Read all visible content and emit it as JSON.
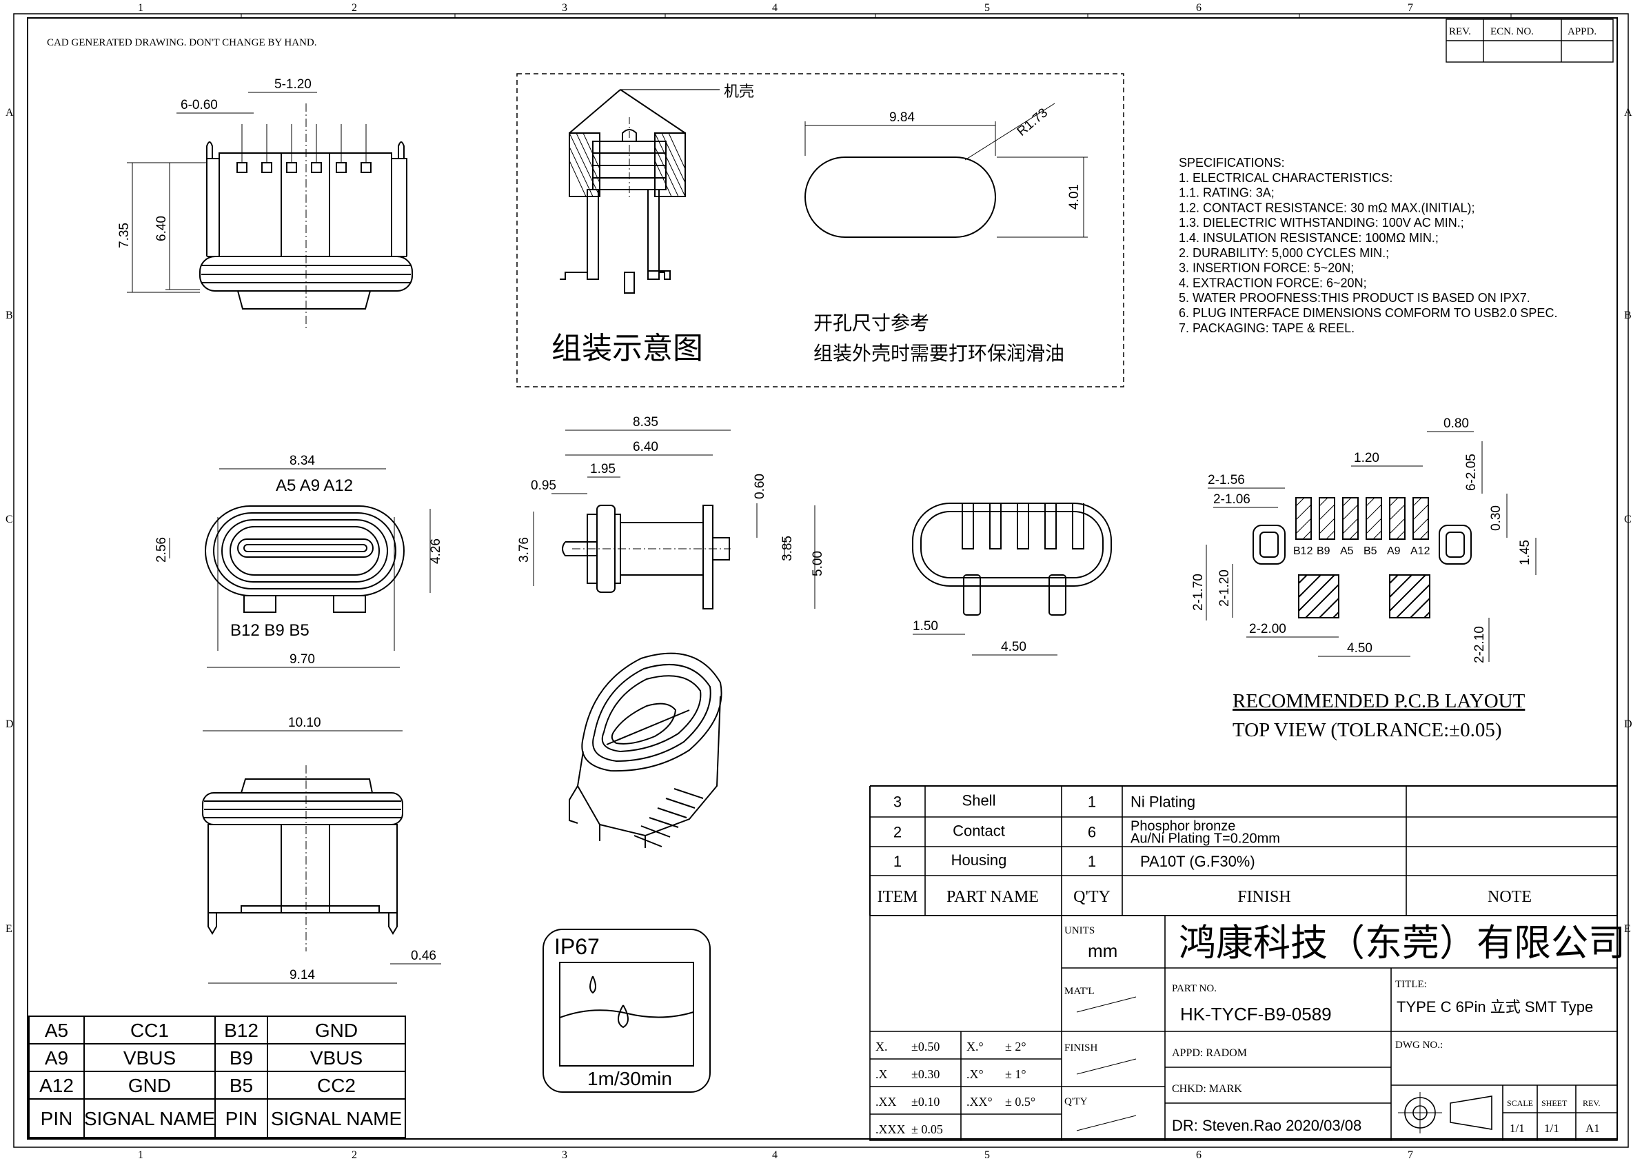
{
  "sheet": {
    "note": "CAD GENERATED DRAWING. DON'T CHANGE BY HAND.",
    "columns": [
      "1",
      "2",
      "3",
      "4",
      "5",
      "6",
      "7"
    ],
    "rows": [
      "A",
      "B",
      "C",
      "D",
      "E"
    ]
  },
  "revision": {
    "rev": "REV.",
    "ecn": "ECN. NO.",
    "appd": "APPD."
  },
  "assembly": {
    "housing_label": "机壳",
    "cutout_width": "9.84",
    "cutout_height": "4.01",
    "cutout_radius": "R1.73",
    "caption": "组装示意图",
    "note_line1": "开孔尺寸参考",
    "note_line2": "组装外壳时需要打环保润滑油"
  },
  "specs": [
    "SPECIFICATIONS:",
    "1. ELECTRICAL CHARACTERISTICS:",
    "  1.1. RATING: 3A;",
    "  1.2. CONTACT RESISTANCE: 30 mΩ MAX.(INITIAL);",
    "  1.3. DIELECTRIC WITHSTANDING: 100V AC MIN.;",
    "  1.4. INSULATION RESISTANCE: 100MΩ MIN.;",
    "2. DURABILITY: 5,000 CYCLES MIN.;",
    "3. INSERTION FORCE: 5~20N;",
    "4. EXTRACTION FORCE: 6~20N;",
    "5. WATER PROOFNESS:THIS PRODUCT IS BASED ON IPX7.",
    "6. PLUG INTERFACE DIMENSIONS COMFORM TO USB2.0 SPEC.",
    "7. PACKAGING: TAPE & REEL."
  ],
  "views": {
    "top": {
      "pitch_a": "6-0.60",
      "pitch_b": "5-1.20",
      "height_a": "7.35",
      "height_b": "6.40"
    },
    "front": {
      "width_top": "8.34",
      "width_bottom": "9.70",
      "height_left": "2.56",
      "height_right": "4.26",
      "pins_top": "A5  A9  A12",
      "pins_bottom": "B12 B9 B5"
    },
    "side": {
      "length_total": "8.35",
      "length_body": "6.40",
      "offset_a": "1.95",
      "offset_b": "0.95",
      "height_left": "3.76",
      "tail": "0.60",
      "height_mid": "3.85",
      "height_total": "5.00"
    },
    "rear": {
      "edge": "1.50",
      "pitch": "4.50"
    },
    "bottom": {
      "width": "10.10",
      "pitch": "9.14",
      "pin": "0.46"
    }
  },
  "pcb": {
    "pitch_a": "0.80",
    "pitch_b": "1.20",
    "slot_a": "2-1.56",
    "slot_b": "2-1.06",
    "pad_h": "6-2.05",
    "pad_gap": "0.30",
    "pad_h2": "1.45",
    "hole_a": "2-1.70",
    "hole_b": "2-1.20",
    "shell_w": "2-2.00",
    "shell_pitch": "4.50",
    "shell_h": "2-2.10",
    "pins": [
      "B12",
      "B9",
      "A5",
      "B5",
      "A9",
      "A12"
    ],
    "title": "RECOMMENDED P.C.B LAYOUT",
    "subtitle": "TOP VIEW (TOLRANCE:±0.05)"
  },
  "ip67": {
    "rating": "IP67",
    "depth": "1m/30min"
  },
  "pin_table": {
    "rows": [
      [
        "A5",
        "CC1",
        "B12",
        "GND"
      ],
      [
        "A9",
        "VBUS",
        "B9",
        "VBUS"
      ],
      [
        "A12",
        "GND",
        "B5",
        "CC2"
      ]
    ],
    "header": [
      "PIN",
      "SIGNAL NAME",
      "PIN",
      "SIGNAL NAME"
    ]
  },
  "bom": {
    "rows": [
      {
        "item": "3",
        "part": "Shell",
        "qty": "1",
        "finish": "Ni  Plating",
        "finish2": ""
      },
      {
        "item": "2",
        "part": "Contact",
        "qty": "6",
        "finish": "Phosphor bronze",
        "finish2": "Au/Ni  Plating  T=0.20mm"
      },
      {
        "item": "1",
        "part": "Housing",
        "qty": "1",
        "finish": "PA10T (G.F30%)",
        "finish2": ""
      }
    ],
    "header": {
      "item": "ITEM",
      "part": "PART  NAME",
      "qty": "Q'TY",
      "finish": "FINISH",
      "note": "NOTE"
    }
  },
  "title_block": {
    "units_label": "UNITS",
    "units": "mm",
    "company": "鸿康科技（东莞）有限公司",
    "matl": "MAT'L",
    "finish": "FINISH",
    "qty": "Q'TY",
    "part_no_label": "PART  NO.",
    "part_no": "HK-TYCF-B9-0589",
    "title_label": "TITLE:",
    "title": "TYPE C 6Pin  立式 SMT Type",
    "dwg_label": "DWG NO.:",
    "appd": "APPD:   RADOM",
    "chkd": "CHKD:   MARK",
    "dr": "DR:  Steven.Rao  2020/03/08",
    "scale_label": "SCALE",
    "sheet_label": "SHEET",
    "rev_label": "REV.",
    "scale": "1/1",
    "sheet": "1/1",
    "rev": "A1",
    "tol": [
      [
        "X.",
        "±0.50",
        "X.°",
        "± 2°"
      ],
      [
        ".X",
        "±0.30",
        ".X°",
        "± 1°"
      ],
      [
        ".XX",
        "±0.10",
        ".XX°",
        "± 0.5°"
      ],
      [
        ".XXX",
        "± 0.05",
        "",
        ""
      ]
    ]
  }
}
